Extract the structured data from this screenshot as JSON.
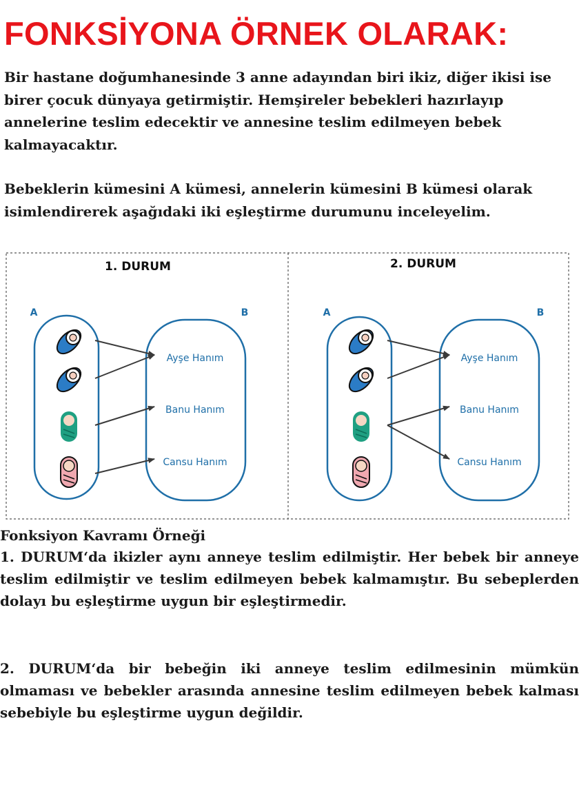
{
  "title": "FONKSİYONA ÖRNEK OLARAK:",
  "intro_paragraph": "Bir hastane doğumhanesinde 3 anne adayından biri ikiz, diğer ikisi ise birer çocuk dünyaya getirmiştir. Hemşireler bebekleri hazırlayıp annelerine teslim edecektir ve annesine teslim edilmeyen bebek kalmayacaktır.",
  "setup_paragraph": "Bebeklerin kümesini A kümesi, annelerin kümesini B kümesi olarak isimlendirerek aşağıdaki iki eşleştirme durumunu inceleyelim.",
  "figure": {
    "panels": [
      {
        "heading": "1. DURUM",
        "set_a_label": "A",
        "set_b_label": "B",
        "babies": [
          "baby-blue",
          "baby-blue",
          "baby-teal",
          "baby-pink"
        ],
        "mothers": [
          "Ayşe Hanım",
          "Banu Hanım",
          "Cansu Hanım"
        ],
        "mapping": [
          [
            0,
            0
          ],
          [
            1,
            0
          ],
          [
            2,
            1
          ],
          [
            3,
            2
          ]
        ]
      },
      {
        "heading": "2. DURUM",
        "set_a_label": "A",
        "set_b_label": "B",
        "babies": [
          "baby-blue",
          "baby-blue",
          "baby-teal",
          "baby-pink"
        ],
        "mothers": [
          "Ayşe Hanım",
          "Banu Hanım",
          "Cansu Hanım"
        ],
        "mapping": [
          [
            0,
            0
          ],
          [
            1,
            0
          ],
          [
            2,
            1
          ],
          [
            2,
            2
          ]
        ]
      }
    ],
    "colors": {
      "set_outline": "#1f6fa8",
      "label": "#1f6fa8",
      "arrow": "#3a3a3a",
      "baby_blue": "#2b7cc6",
      "baby_teal": "#1fa082",
      "baby_pink": "#f0a8b0",
      "border": "#555555"
    }
  },
  "caption": "Fonksiyon Kavramı Örneği",
  "explanation_1": "1. DURUM‘da ikizler aynı anneye teslim edilmiştir. Her bebek bir anneye teslim edilmiştir ve teslim edilmeyen bebek kalmamıştır. Bu sebeplerden dolayı bu eşleştirme uygun bir eşleştirmedir.",
  "explanation_2": "2. DURUM‘da bir bebeğin iki anneye teslim edilmesinin mümkün olmaması ve bebekler arasında annesine teslim edilmeyen bebek kalması sebebiyle bu eşleştirme uygun değildir."
}
